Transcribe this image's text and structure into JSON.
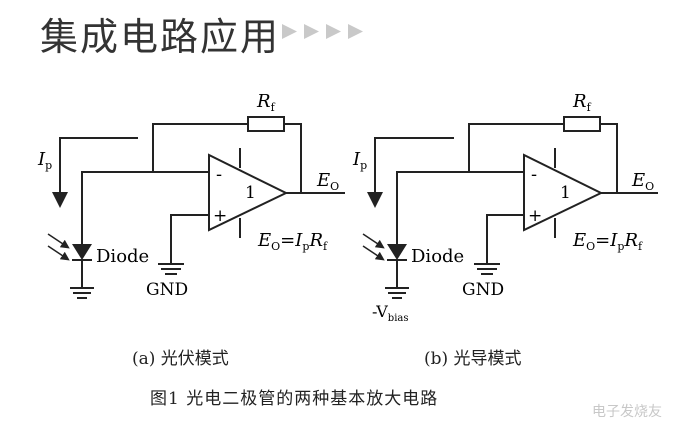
{
  "header": {
    "title": "集成电路应用"
  },
  "circuit_a": {
    "rf_label": "R",
    "rf_sub": "f",
    "ip_label": "I",
    "ip_sub": "p",
    "eo_label": "E",
    "eo_sub": "O",
    "minus": "-",
    "plus": "+",
    "gain": "1",
    "formula": {
      "e": "E",
      "o": "O",
      "eq": "=",
      "i": "I",
      "p": "p",
      "r": "R",
      "f": "f"
    },
    "diode_label": "Diode",
    "gnd_label": "GND"
  },
  "circuit_b": {
    "rf_label": "R",
    "rf_sub": "f",
    "ip_label": "I",
    "ip_sub": "p",
    "eo_label": "E",
    "eo_sub": "O",
    "minus": "-",
    "plus": "+",
    "gain": "1",
    "formula": {
      "e": "E",
      "o": "O",
      "eq": "=",
      "i": "I",
      "p": "p",
      "r": "R",
      "f": "f"
    },
    "diode_label": "Diode",
    "gnd_label": "GND",
    "vbias_label": "-V",
    "vbias_sub": "bias"
  },
  "subcaption_a": "(a)  光伏模式",
  "subcaption_b": "(b)  光导模式",
  "figure_caption": "图1   光电二极管的两种基本放大电路",
  "watermark": "电子发烧友"
}
